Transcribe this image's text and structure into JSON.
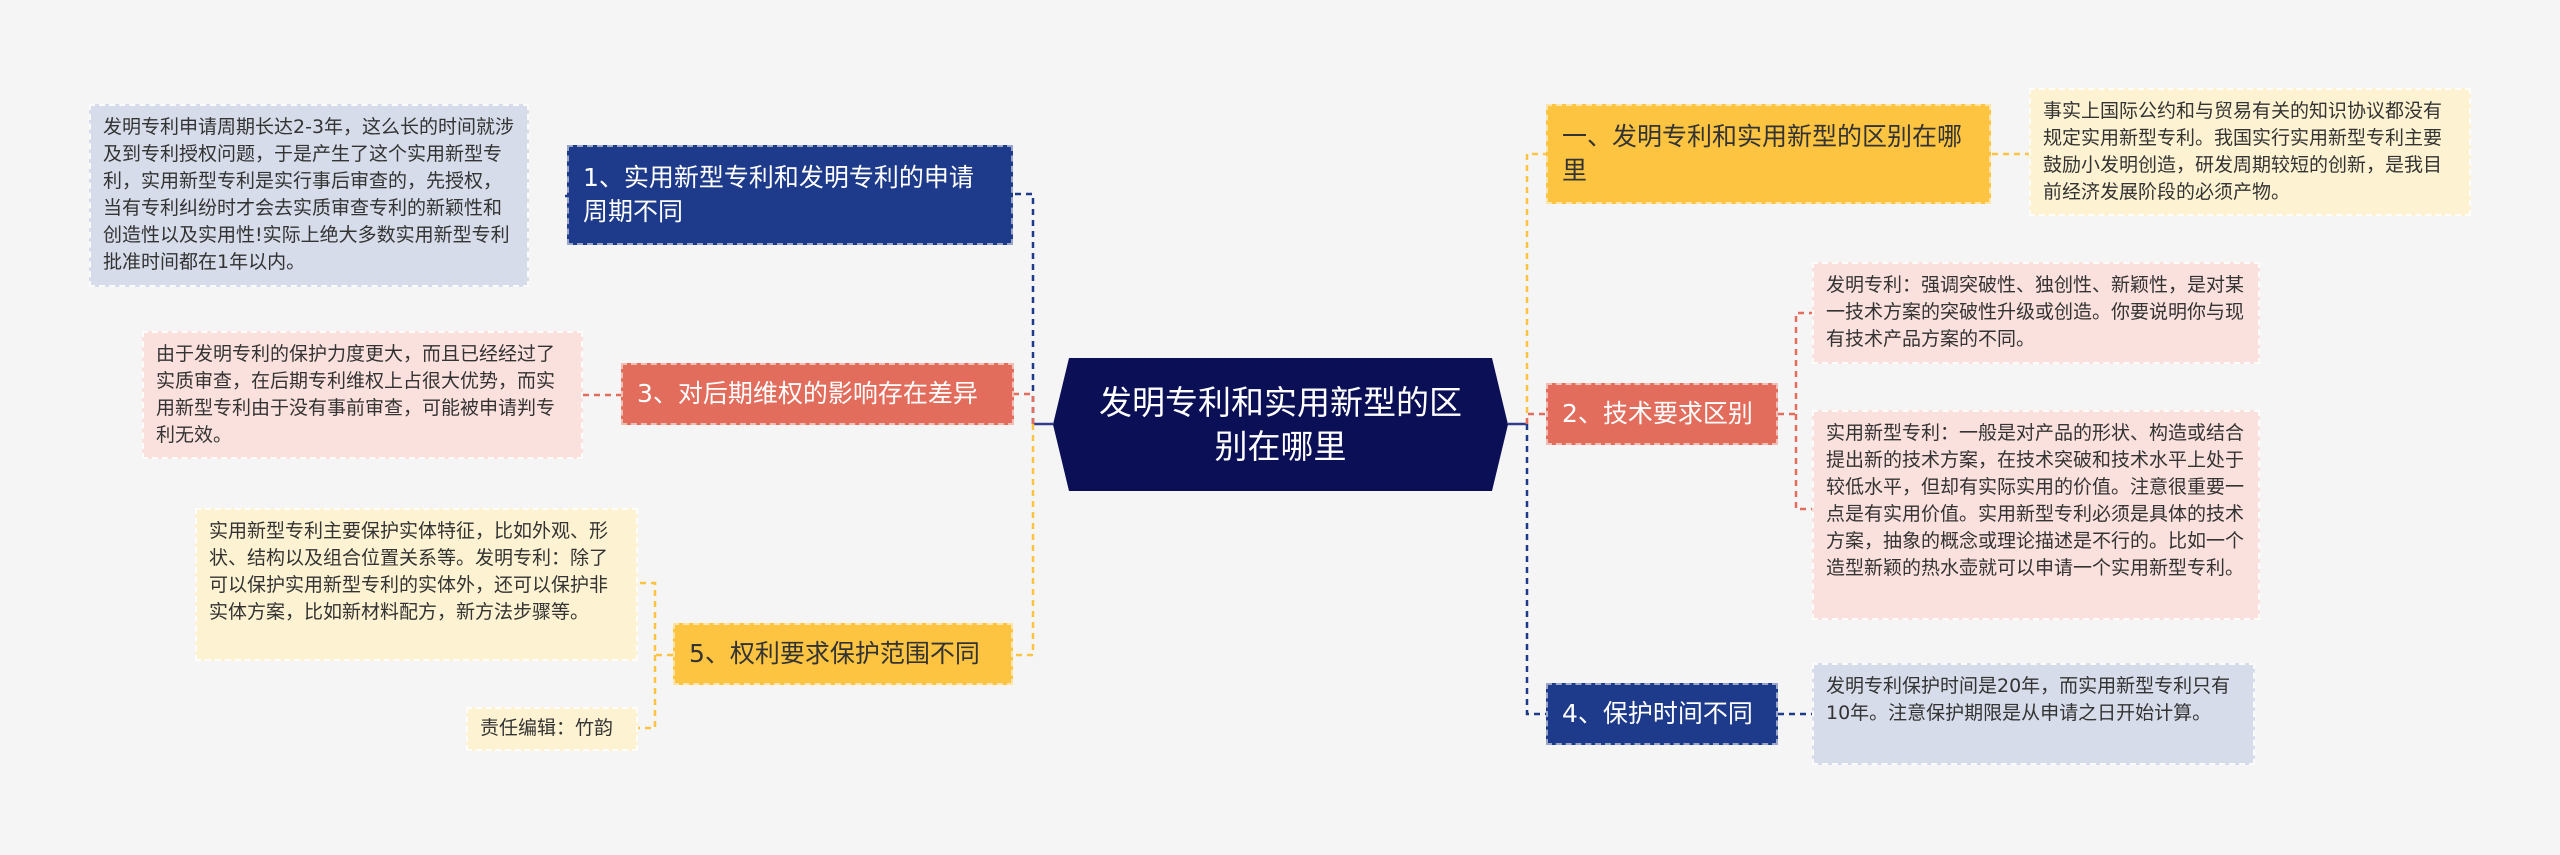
{
  "root": {
    "title": "发明专利和实用新型的区别在哪里"
  },
  "branches": [
    {
      "label": "1、实用新型专利和发明专利的申请周期不同",
      "notes": [
        "发明专利申请周期长达2-3年，这么长的时间就涉及到专利授权问题，于是产生了这个实用新型专利，实用新型专利是实行事后审查的，先授权，当有专利纠纷时才会去实质审查专利的新颖性和创造性以及实用性!实际上绝大多数实用新型专利批准时间都在1年以内。"
      ]
    },
    {
      "label": "3、对后期维权的影响存在差异",
      "notes": [
        "由于发明专利的保护力度更大，而且已经经过了实质审查，在后期专利维权上占很大优势，而实用新型专利由于没有事前审查，可能被申请判专利无效。"
      ]
    },
    {
      "label": "5、权利要求保护范围不同",
      "notes": [
        "实用新型专利主要保护实体特征，比如外观、形状、结构以及组合位置关系等。发明专利：除了可以保护实用新型专利的实体外，还可以保护非实体方案，比如新材料配方，新方法步骤等。",
        "责任编辑：竹韵"
      ]
    },
    {
      "label": "一、发明专利和实用新型的区别在哪里",
      "notes": [
        "事实上国际公约和与贸易有关的知识协议都没有规定实用新型专利。我国实行实用新型专利主要鼓励小发明创造，研发周期较短的创新，是我目前经济发展阶段的必须产物。"
      ]
    },
    {
      "label": "2、技术要求区别",
      "notes": [
        "发明专利：强调突破性、独创性、新颖性，是对某一技术方案的突破性升级或创造。你要说明你与现有技术产品方案的不同。",
        "实用新型专利：一般是对产品的形状、构造或结合提出新的技术方案，在技术突破和技术水平上处于较低水平，但却有实际实用的价值。注意很重要一点是有实用价值。实用新型专利必须是具体的技术方案，抽象的概念或理论描述是不行的。比如一个造型新颖的热水壶就可以申请一个实用新型专利。"
      ]
    },
    {
      "label": "4、保护时间不同",
      "notes": [
        "发明专利保护时间是20年，而实用新型专利只有10年。注意保护期限是从申请之日开始计算。"
      ]
    }
  ],
  "colors": {
    "background": "#f5f5f5",
    "root": "#0b0f55",
    "navy": "#1e3a8a",
    "red": "#e26d5c",
    "yellow": "#fcc441",
    "note_blue": "#d7dcea",
    "note_pink": "#fbe1de",
    "note_cream": "#fdf3d2"
  }
}
